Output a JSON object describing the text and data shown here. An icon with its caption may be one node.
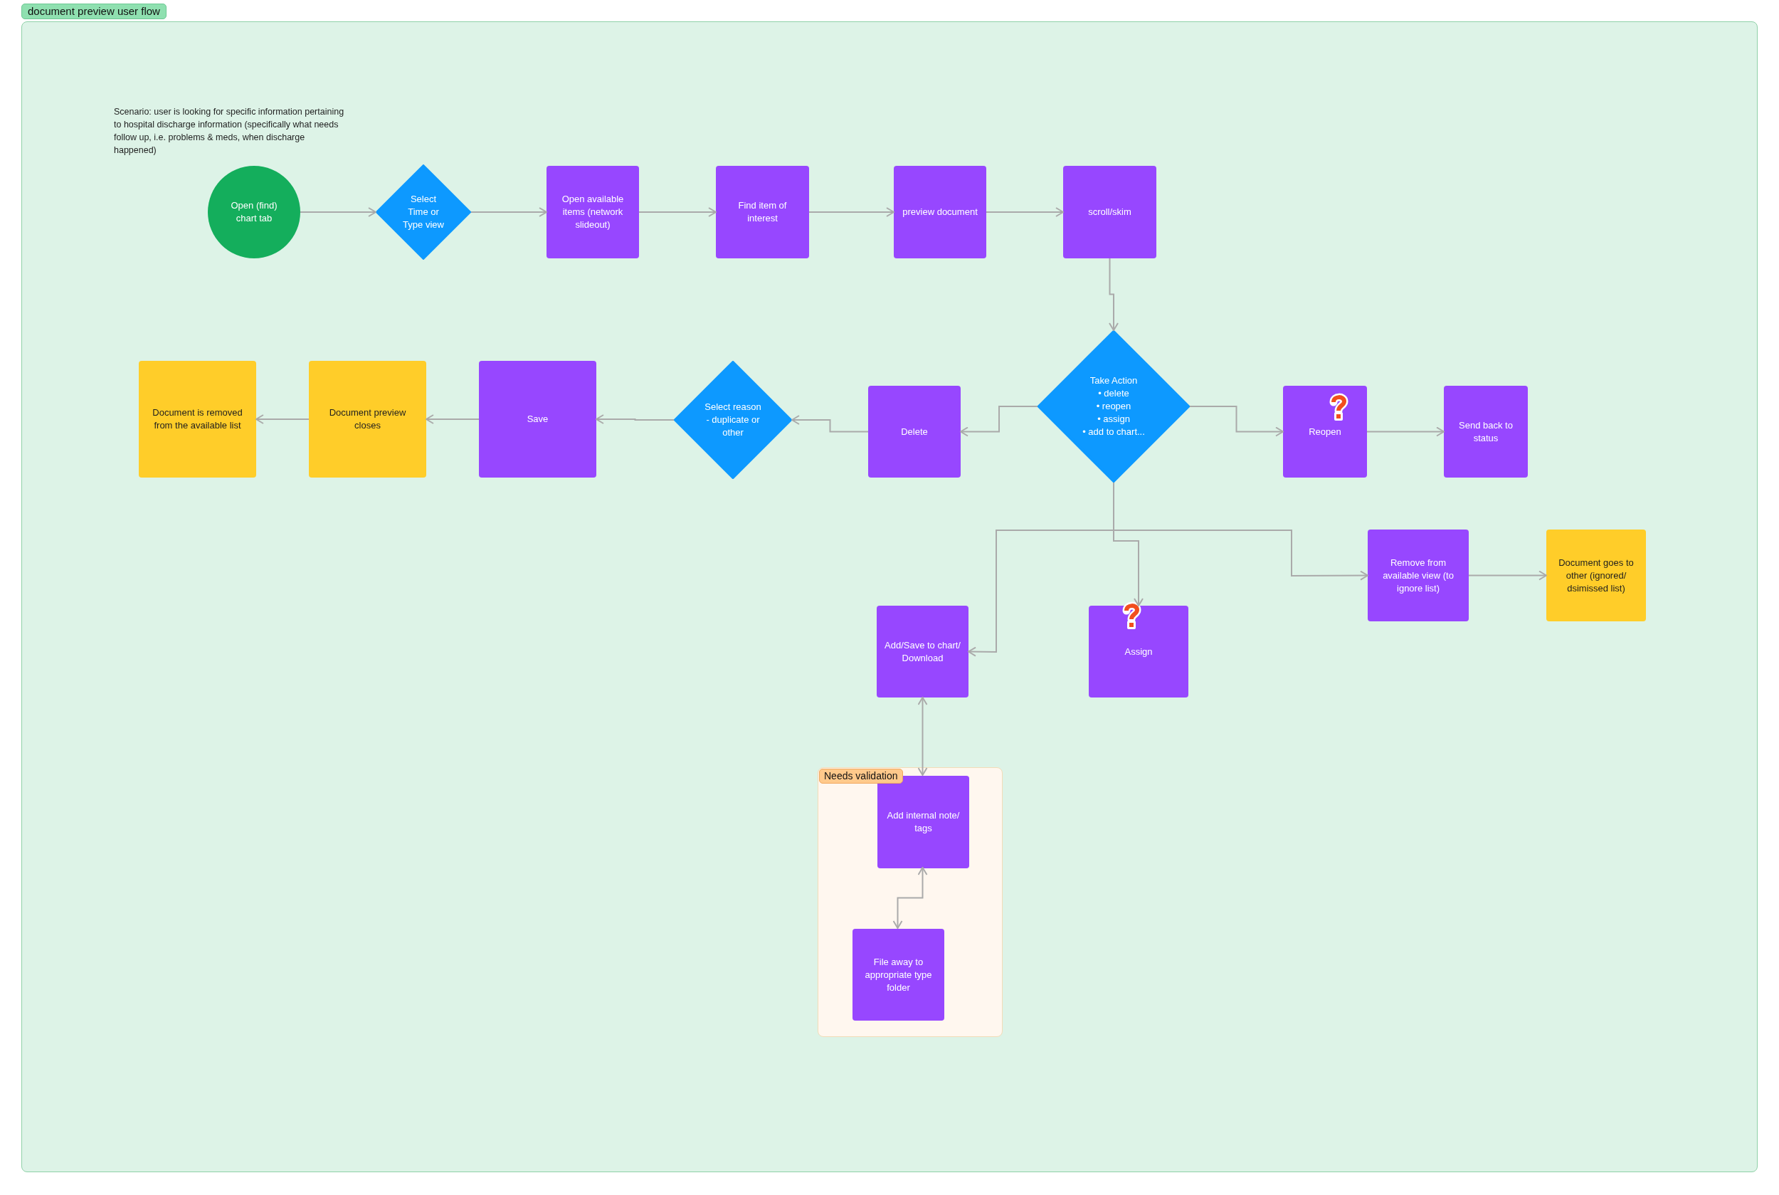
{
  "diagram": {
    "nodes": [
      {
        "text": [
          "document preview user flow"
        ]
      },
      {
        "text": [
          "Open (find) chart tab"
        ],
        "in": 0
      },
      {
        "text": [
          "Select Time or Type view"
        ],
        "in": 0
      },
      {
        "text": [
          "Open available items (network slideout)"
        ],
        "in": 0
      },
      {
        "text": [
          "Find item of interest"
        ],
        "in": 0
      },
      {
        "text": [
          "preview document"
        ],
        "in": 0
      },
      {
        "text": [
          "scroll/skim"
        ],
        "in": 0
      },
      {
        "text": [
          "Document is removed from the available list"
        ],
        "in": 0
      },
      {
        "text": [
          "Document preview closes"
        ],
        "in": 0
      },
      {
        "text": [
          "Save"
        ],
        "in": 0
      },
      {
        "text": [
          "Select reason - duplicate or other"
        ],
        "in": 0
      },
      {
        "text": [
          "Delete"
        ],
        "in": 0
      },
      {
        "text": [
          "Take Action",
          "• delete",
          "• reopen",
          "• assign",
          "• add to chart..."
        ],
        "in": 0
      },
      {
        "text": [
          "Reopen"
        ],
        "in": 0
      },
      {
        "text": [
          "Send back to status"
        ],
        "in": 0
      },
      {
        "text": [
          "Remove from available view (to ignore list)"
        ],
        "in": 0
      },
      {
        "text": [
          "Document goes to other (ignored/ dsimissed list)"
        ],
        "in": 0
      },
      {
        "text": [
          "Add/Save to chart/ Download"
        ],
        "in": 0
      },
      {
        "text": [
          "Assign"
        ],
        "in": 0
      },
      {
        "text": [
          "Needs validation"
        ],
        "in": 0
      },
      {
        "text": [
          "Add internal note/ tags"
        ],
        "in": 19
      },
      {
        "text": [
          "File away to appropriate type folder"
        ],
        "in": 19
      }
    ],
    "edges": [
      {
        "from": 1,
        "to": 2,
        "arrow": "to"
      },
      {
        "from": 2,
        "to": 3,
        "arrow": "to"
      },
      {
        "from": 3,
        "to": 4,
        "arrow": "to"
      },
      {
        "from": 4,
        "to": 5,
        "arrow": "to"
      },
      {
        "from": 5,
        "to": 6,
        "arrow": "to"
      },
      {
        "from": 6,
        "to": 12,
        "arrow": "to"
      },
      {
        "from": 12,
        "to": 11,
        "arrow": "to"
      },
      {
        "from": 11,
        "to": 10,
        "arrow": "to"
      },
      {
        "from": 10,
        "to": 9,
        "arrow": "to"
      },
      {
        "from": 9,
        "to": 8,
        "arrow": "to"
      },
      {
        "from": 8,
        "to": 7,
        "arrow": "to"
      },
      {
        "from": 12,
        "to": 13,
        "arrow": "to"
      },
      {
        "from": 13,
        "to": 14,
        "arrow": "to"
      },
      {
        "from": 12,
        "to": 17,
        "arrow": "to"
      },
      {
        "from": 12,
        "to": 18,
        "arrow": "to"
      },
      {
        "from": 12,
        "to": 15,
        "arrow": "to"
      },
      {
        "from": 15,
        "to": 16,
        "arrow": "to"
      },
      {
        "from": 17,
        "to": 20,
        "arrow": "both"
      },
      {
        "from": 20,
        "to": 21,
        "arrow": "both"
      }
    ],
    "labels": [
      "Scenario: user is looking for specific information pertaining to hospital discharge information (specifically what needs follow up, i.e. problems & meds, when discharge happened)"
    ]
  }
}
